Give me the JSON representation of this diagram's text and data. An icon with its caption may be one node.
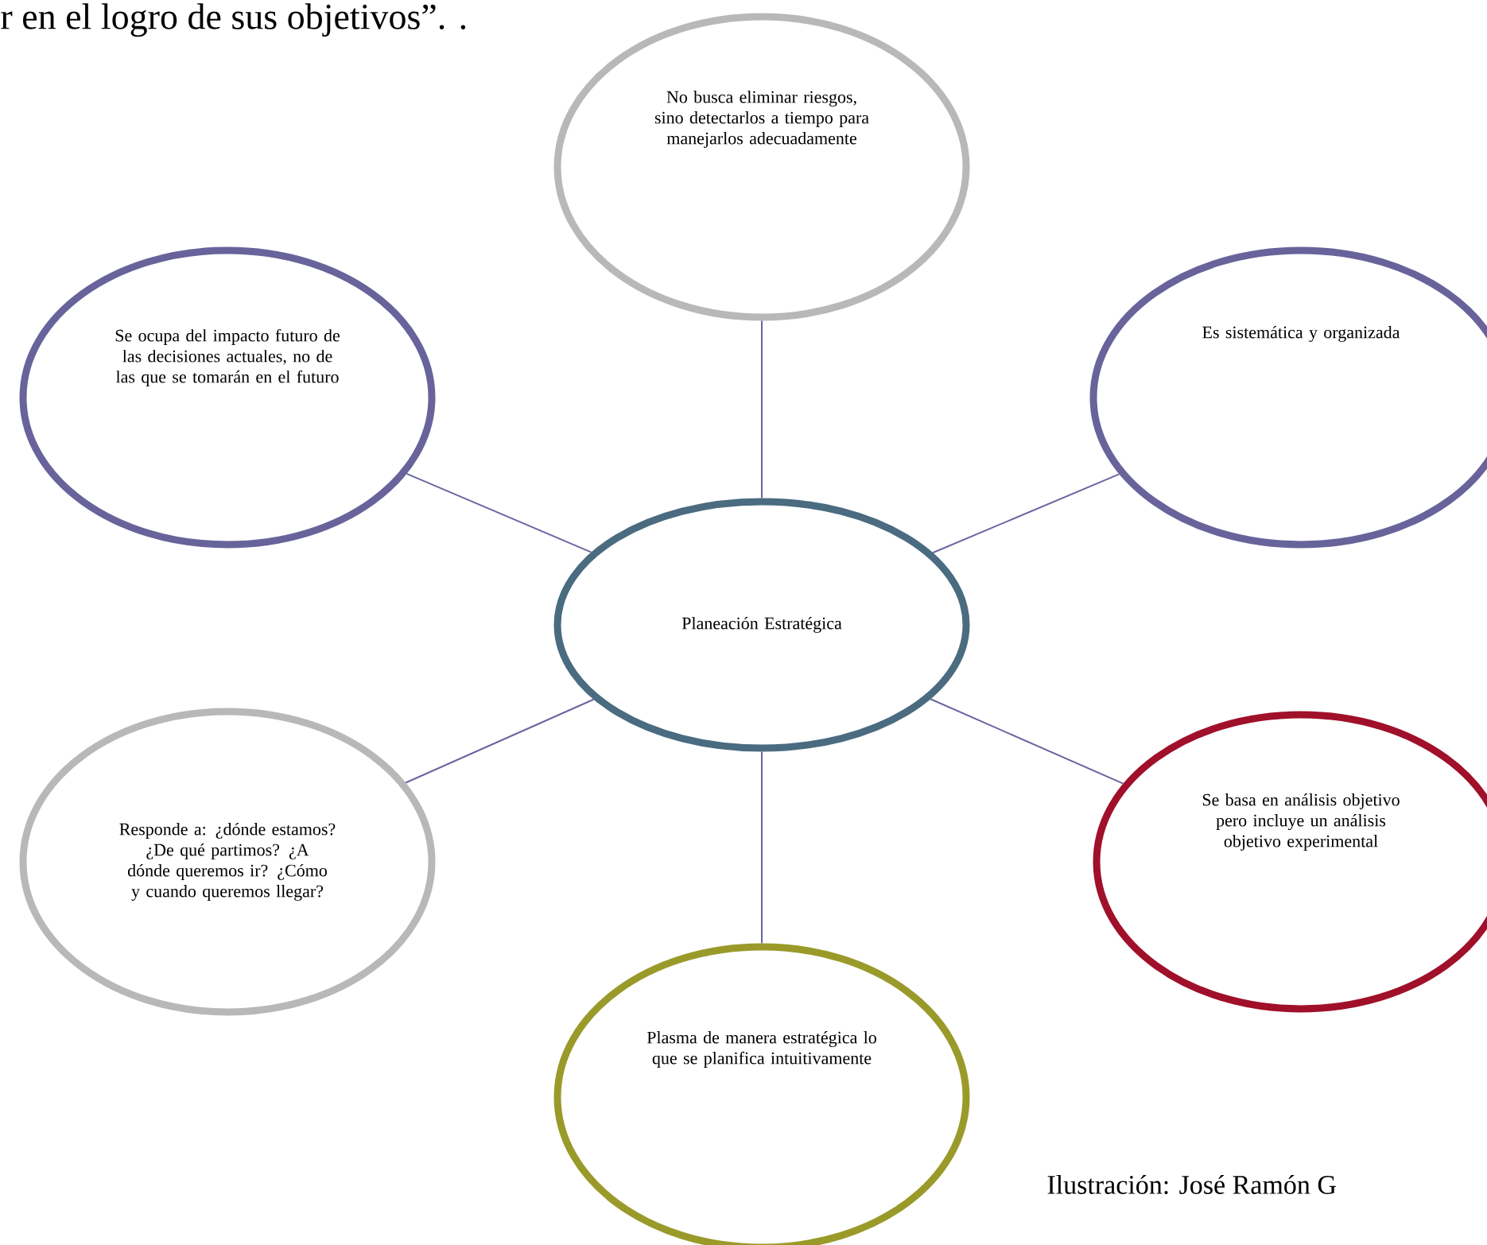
{
  "diagram": {
    "caption": "Ilustración: José Ramón G",
    "nodes": [
      {
        "text": [
          "No busca eliminar riesgos, sino detectarlos a tiempo para manejarlos adecuadamente"
        ]
      },
      {
        "text": [
          "Se ocupa del impacto futuro de las decisiones actuales, no de las que se tomarán en el futuro"
        ]
      },
      {
        "text": [
          "Es sistemática y organizada"
        ]
      },
      {
        "text": [
          "Planeación Estratégica"
        ]
      },
      {
        "text": [
          "Responde a: ¿dónde estamos? ¿De qué partimos? ¿A dónde queremos ir? ¿Cómo y cuando queremos llegar?"
        ]
      },
      {
        "text": [
          "Se basa en análisis objetivo pero incluye un análisis objetivo experimental"
        ]
      },
      {
        "text": [
          "Plasma de manera estratégica lo que se planifica intuitivamente"
        ]
      }
    ],
    "edges": [
      {
        "from": 3,
        "to": 0,
        "arrow": "none"
      },
      {
        "from": 3,
        "to": 1,
        "arrow": "none"
      },
      {
        "from": 3,
        "to": 2,
        "arrow": "none"
      },
      {
        "from": 3,
        "to": 4,
        "arrow": "none"
      },
      {
        "from": 3,
        "to": 5,
        "arrow": "none"
      },
      {
        "from": 3,
        "to": 6,
        "arrow": "none"
      }
    ],
    "labels": [
      "r en el logro de sus objetivos”. ."
    ]
  }
}
